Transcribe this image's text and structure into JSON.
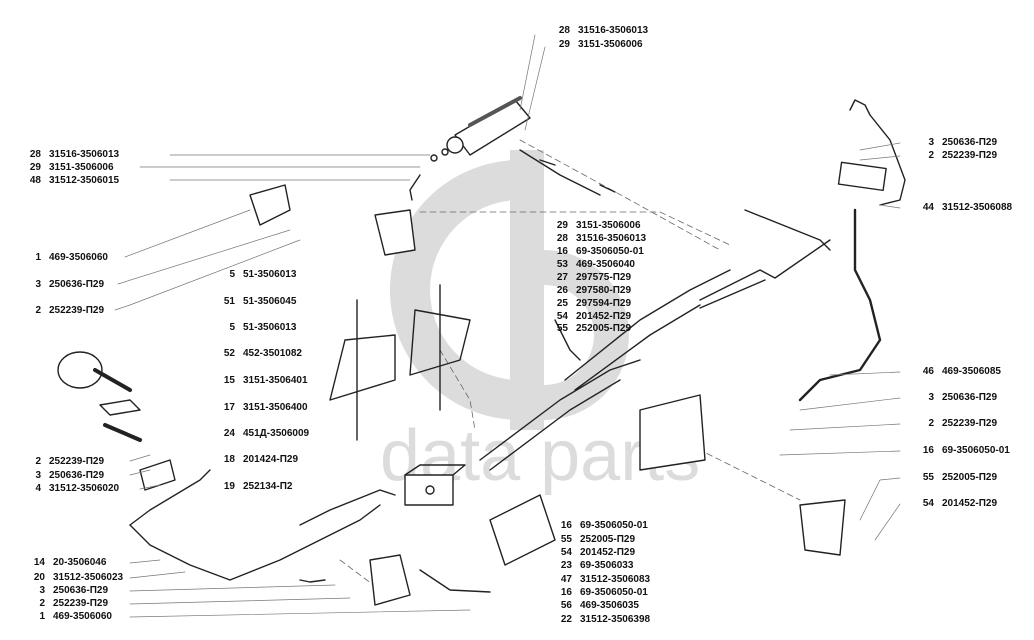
{
  "watermark": {
    "logo": "cb-logo",
    "text": "data parts",
    "color": "#d9d9d9"
  },
  "labels": [
    {
      "id": "top-28",
      "num": "28",
      "part": "31516-3506013"
    },
    {
      "id": "top-29",
      "num": "29",
      "part": "3151-3506006"
    },
    {
      "id": "l-28",
      "num": "28",
      "part": "31516-3506013"
    },
    {
      "id": "l-29",
      "num": "29",
      "part": "3151-3506006"
    },
    {
      "id": "l-48",
      "num": "48",
      "part": "31512-3506015"
    },
    {
      "id": "l-1a",
      "num": "1",
      "part": "469-3506060"
    },
    {
      "id": "l-3a",
      "num": "3",
      "part": "250636-П29"
    },
    {
      "id": "l-2a",
      "num": "2",
      "part": "252239-П29"
    },
    {
      "id": "l-2b",
      "num": "2",
      "part": "252239-П29"
    },
    {
      "id": "l-3b",
      "num": "3",
      "part": "250636-П29"
    },
    {
      "id": "l-4",
      "num": "4",
      "part": "31512-3506020"
    },
    {
      "id": "l-14",
      "num": "14",
      "part": "20-3506046"
    },
    {
      "id": "l-20",
      "num": "20",
      "part": "31512-3506023"
    },
    {
      "id": "l-3c",
      "num": "3",
      "part": "250636-П29"
    },
    {
      "id": "l-2c",
      "num": "2",
      "part": "252239-П29"
    },
    {
      "id": "l-1b",
      "num": "1",
      "part": "469-3506060"
    },
    {
      "id": "c-5a",
      "num": "5",
      "part": "51-3506013"
    },
    {
      "id": "c-51",
      "num": "51",
      "part": "51-3506045"
    },
    {
      "id": "c-5b",
      "num": "5",
      "part": "51-3506013"
    },
    {
      "id": "c-52",
      "num": "52",
      "part": "452-3501082"
    },
    {
      "id": "c-15",
      "num": "15",
      "part": "3151-3506401"
    },
    {
      "id": "c-17",
      "num": "17",
      "part": "3151-3506400"
    },
    {
      "id": "c-24",
      "num": "24",
      "part": "451Д-3506009"
    },
    {
      "id": "c-18",
      "num": "18",
      "part": "201424-П29"
    },
    {
      "id": "c-19",
      "num": "19",
      "part": "252134-П2"
    },
    {
      "id": "m-29",
      "num": "29",
      "part": "3151-3506006"
    },
    {
      "id": "m-28",
      "num": "28",
      "part": "31516-3506013"
    },
    {
      "id": "m-16",
      "num": "16",
      "part": "69-3506050-01"
    },
    {
      "id": "m-53",
      "num": "53",
      "part": "469-3506040"
    },
    {
      "id": "m-27",
      "num": "27",
      "part": "297575-П29"
    },
    {
      "id": "m-26",
      "num": "26",
      "part": "297580-П29"
    },
    {
      "id": "m-25",
      "num": "25",
      "part": "297594-П29"
    },
    {
      "id": "m-54",
      "num": "54",
      "part": "201452-П29"
    },
    {
      "id": "m-55",
      "num": "55",
      "part": "252005-П29"
    },
    {
      "id": "b-16a",
      "num": "16",
      "part": "69-3506050-01"
    },
    {
      "id": "b-55",
      "num": "55",
      "part": "252005-П29"
    },
    {
      "id": "b-54",
      "num": "54",
      "part": "201452-П29"
    },
    {
      "id": "b-23",
      "num": "23",
      "part": "69-3506033"
    },
    {
      "id": "b-47",
      "num": "47",
      "part": "31512-3506083"
    },
    {
      "id": "b-16b",
      "num": "16",
      "part": "69-3506050-01"
    },
    {
      "id": "b-56",
      "num": "56",
      "part": "469-3506035"
    },
    {
      "id": "b-22",
      "num": "22",
      "part": "31512-3506398"
    },
    {
      "id": "r-3a",
      "num": "3",
      "part": "250636-П29"
    },
    {
      "id": "r-2a",
      "num": "2",
      "part": "252239-П29"
    },
    {
      "id": "r-44",
      "num": "44",
      "part": "31512-3506088"
    },
    {
      "id": "r-46",
      "num": "46",
      "part": "469-3506085"
    },
    {
      "id": "r-3b",
      "num": "3",
      "part": "250636-П29"
    },
    {
      "id": "r-2b",
      "num": "2",
      "part": "252239-П29"
    },
    {
      "id": "r-16",
      "num": "16",
      "part": "69-3506050-01"
    },
    {
      "id": "r-55",
      "num": "55",
      "part": "252005-П29"
    },
    {
      "id": "r-54",
      "num": "54",
      "part": "201452-П29"
    }
  ]
}
